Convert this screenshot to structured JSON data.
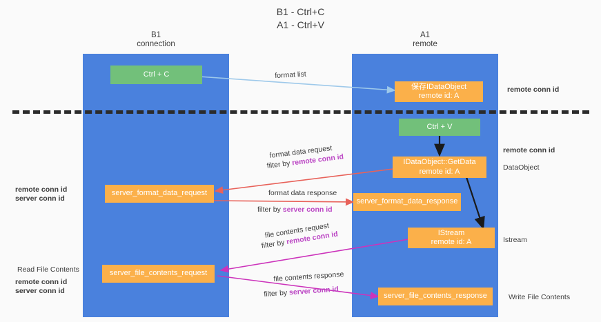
{
  "title": {
    "line1": "B1 - Ctrl+C",
    "line2": "A1 - Ctrl+V"
  },
  "lanes": [
    {
      "id": "b1",
      "name": "B1",
      "role": "connection"
    },
    {
      "id": "a1",
      "name": "A1",
      "role": "remote"
    }
  ],
  "nodes": {
    "ctrl_c": {
      "line1": "Ctrl + C",
      "line2": ""
    },
    "save_idataobject": {
      "line1": "保存IDataObject",
      "line2": "remote id: A"
    },
    "ctrl_v": {
      "line1": "Ctrl + V",
      "line2": ""
    },
    "getdata": {
      "line1": "IDataObject::GetData",
      "line2": "remote id: A"
    },
    "istream": {
      "line1": "IStream",
      "line2": "remote id: A"
    },
    "fmt_req": {
      "line1": "server_format_data_request",
      "line2": ""
    },
    "fmt_res": {
      "line1": "server_format_data_response",
      "line2": ""
    },
    "file_req": {
      "line1": "server_file_contents_request",
      "line2": ""
    },
    "file_res": {
      "line1": "server_file_contents_response",
      "line2": ""
    }
  },
  "edge_labels": {
    "format_list": "format list",
    "format_data_request": "format data request",
    "format_data_request_filter_prefix": "filter by ",
    "format_data_request_filter_key": "remote conn id",
    "format_data_response": "format data response",
    "format_data_response_filter_prefix": "filter by ",
    "format_data_response_filter_key": "server conn id",
    "file_contents_request": "file contents request",
    "file_contents_request_filter_prefix": "filter by ",
    "file_contents_request_filter_key": "remote conn id",
    "file_contents_response": "file contents response",
    "file_contents_response_filter_prefix": "filter by ",
    "file_contents_response_filter_key": "server conn id"
  },
  "left_annotations": {
    "mid_remote": "remote conn id",
    "mid_server": "server conn id",
    "read_file_contents": "Read File Contents",
    "bottom_remote": "remote conn id",
    "bottom_server": "server conn id"
  },
  "right_annotations": {
    "top_remote": "remote conn id",
    "mid_remote": "remote conn id",
    "dataobject": "DataObject",
    "istream": "Istream",
    "write_file_contents": "Write File Contents"
  },
  "colors": {
    "lane": "#4a81dd",
    "green_node": "#72c07a",
    "orange_node": "#fbb04a",
    "purple_key": "#bb45c4",
    "green_key": "#63bb6d",
    "arrow_light_blue": "#9ec9ea",
    "arrow_red": "#e8625a",
    "arrow_magenta": "#cc33bb",
    "arrow_black": "#1a1a1a",
    "background": "#fafafa"
  }
}
